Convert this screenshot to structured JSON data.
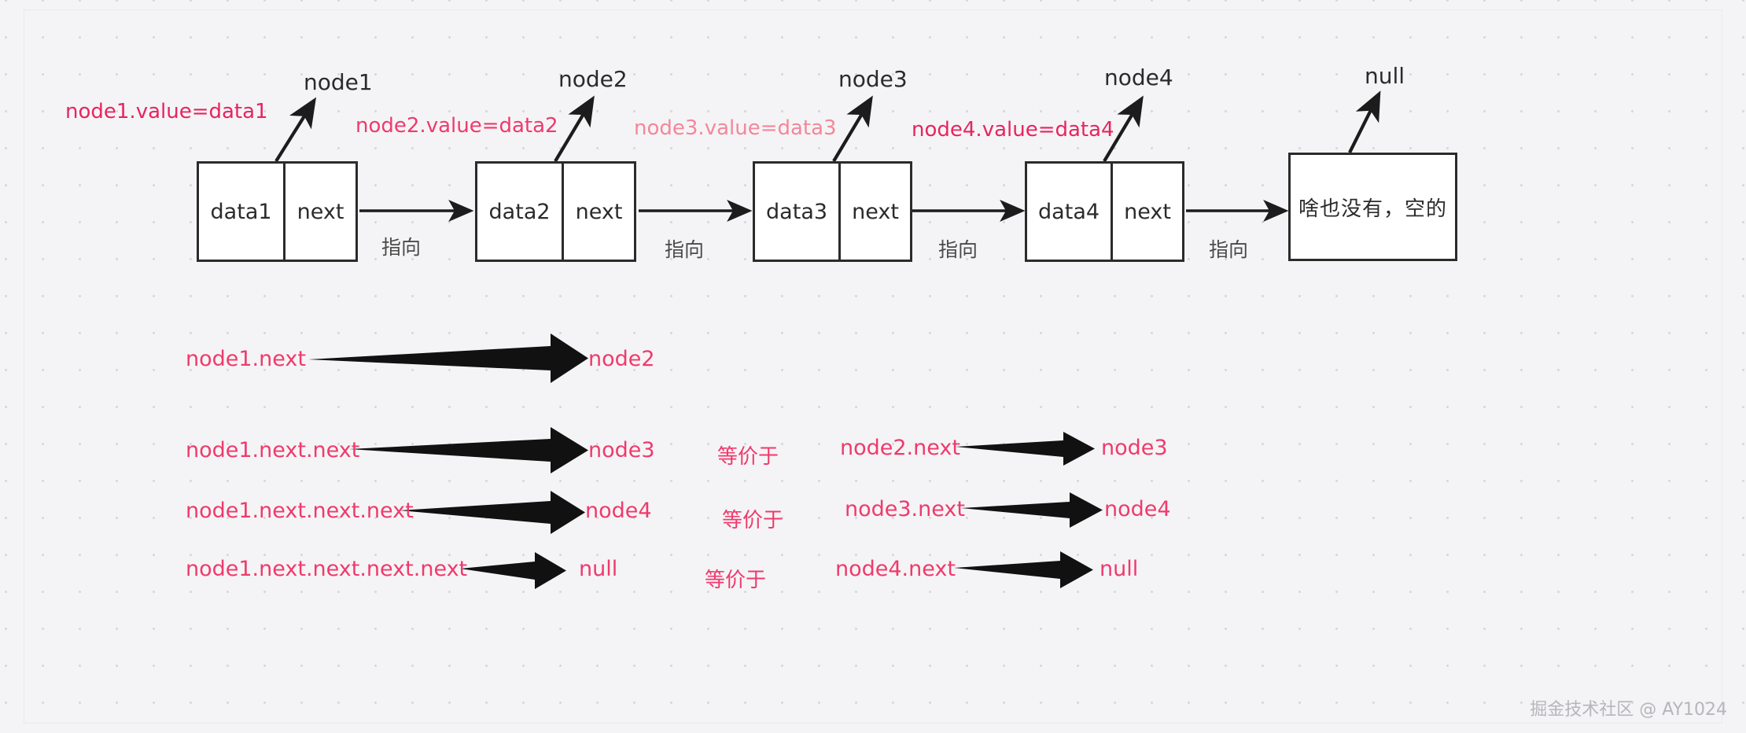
{
  "canvas": {
    "background": "#f4f4f6",
    "dot_color": "#d7d7dc",
    "stroke": "#2b2b2b",
    "accent_pink": "#e8245f",
    "accent_pink_light": "#f4879a"
  },
  "linked_list": {
    "nodes": [
      {
        "name": "node1",
        "data_label": "data1",
        "next_label": "next",
        "value_note": "node1.value=data1",
        "pointer_note": "指向"
      },
      {
        "name": "node2",
        "data_label": "data2",
        "next_label": "next",
        "value_note": "node2.value=data2",
        "pointer_note": "指向"
      },
      {
        "name": "node3",
        "data_label": "data3",
        "next_label": "next",
        "value_note": "node3.value=data3",
        "pointer_note": "指向"
      },
      {
        "name": "node4",
        "data_label": "data4",
        "next_label": "next",
        "value_note": "node4.value=data4",
        "pointer_note": "指向"
      }
    ],
    "tail": {
      "name": "null",
      "text": "啥也没有，空的"
    }
  },
  "relations": {
    "rows": [
      {
        "left_expr": "node1.next",
        "left_target": "node2",
        "equiv_label": "",
        "right_expr": "",
        "right_target": ""
      },
      {
        "left_expr": "node1.next.next",
        "left_target": "node3",
        "equiv_label": "等价于",
        "right_expr": "node2.next",
        "right_target": "node3"
      },
      {
        "left_expr": "node1.next.next.next",
        "left_target": "node4",
        "equiv_label": "等价于",
        "right_expr": "node3.next",
        "right_target": "node4"
      },
      {
        "left_expr": "node1.next.next.next.next",
        "left_target": "null",
        "equiv_label": "等价于",
        "right_expr": "node4.next",
        "right_target": "null"
      }
    ]
  },
  "watermark": {
    "text": "掘金技术社区 @ AY1024"
  }
}
